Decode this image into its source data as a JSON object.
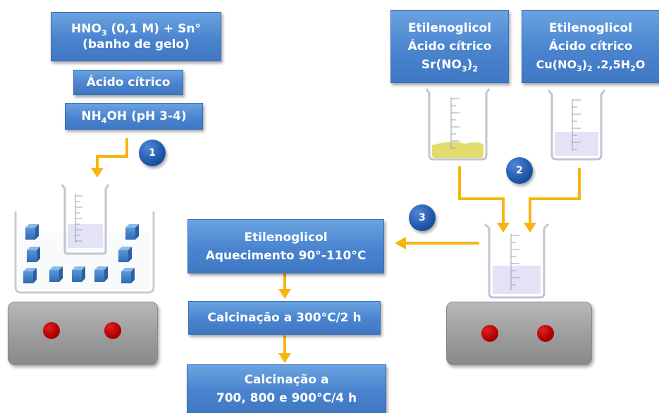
{
  "top_left_steps": {
    "box1": {
      "line1_pre": "HNO",
      "line1_sub": "3",
      "line1_post": " (0,1 M) + Sn°",
      "line2": "(banho de gelo)"
    },
    "box2": {
      "line1": "Ácido cítrico"
    },
    "box3": {
      "pre": "NH",
      "sub": "4",
      "post": "OH (pH 3-4)"
    }
  },
  "reagent_sr": {
    "line1": "Etilenoglicol",
    "line2": "Ácido cítrico",
    "line3_pre": "Sr(NO",
    "line3_sub1": "3",
    "line3_mid": ")",
    "line3_sub2": "2"
  },
  "reagent_cu": {
    "line1": "Etilenoglicol",
    "line2": "Ácido cítrico",
    "line3_pre": "Cu(NO",
    "line3_sub1": "3",
    "line3_mid": ")",
    "line3_sub2": "2",
    "line3_post": " .2,5H",
    "line3_sub3": "2",
    "line3_end": "O"
  },
  "process": {
    "step_a": {
      "line1": "Etilenoglicol",
      "line2": "Aquecimento 90°-110°C"
    },
    "step_b": {
      "line1": "Calcinação a 300°C/2 h"
    },
    "step_c": {
      "line1": "Calcinação a",
      "line2": "700, 800 e 900°C/4 h"
    }
  },
  "badges": {
    "b1": "1",
    "b2": "2",
    "b3": "3"
  },
  "colors": {
    "box_blue": "#4a84cf",
    "arrow_orange": "#f7b511",
    "badge_blue": "#1f56a8",
    "knob_red": "#c00000",
    "hotplate_gray": "#9a9a9a",
    "liquid_lavender": "#e4e2f6",
    "liquid_yellow": "#e6e07a",
    "ice_blue": "#4a86c8"
  }
}
